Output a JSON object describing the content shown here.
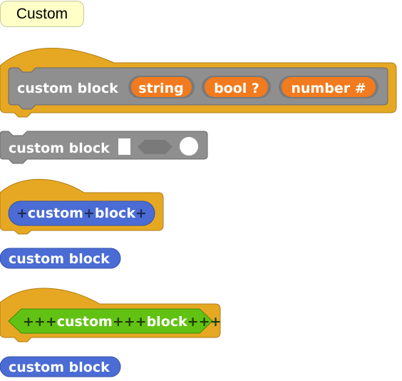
{
  "tooltip": {
    "text": "Custom"
  },
  "block1": {
    "label": "custom block",
    "slots": [
      "string",
      "bool ?",
      "number #"
    ]
  },
  "block2": {
    "label": "custom block"
  },
  "block3": {
    "word1": "custom",
    "word2": "block",
    "sep": "+"
  },
  "block4": {
    "label": "custom block"
  },
  "block5": {
    "word1": "custom",
    "word2": "block",
    "sep": "+++"
  },
  "block6": {
    "label": "custom block"
  },
  "colors": {
    "hat": "#e6a823",
    "hat_border": "#b07d14",
    "command": "#8f8f8f",
    "command_border": "#6a6a6a",
    "reporter_blue": "#4a6cd4",
    "predicate_green": "#62c213",
    "slot_orange": "#f17b1e",
    "slot_gray": "#7a7a7a"
  }
}
